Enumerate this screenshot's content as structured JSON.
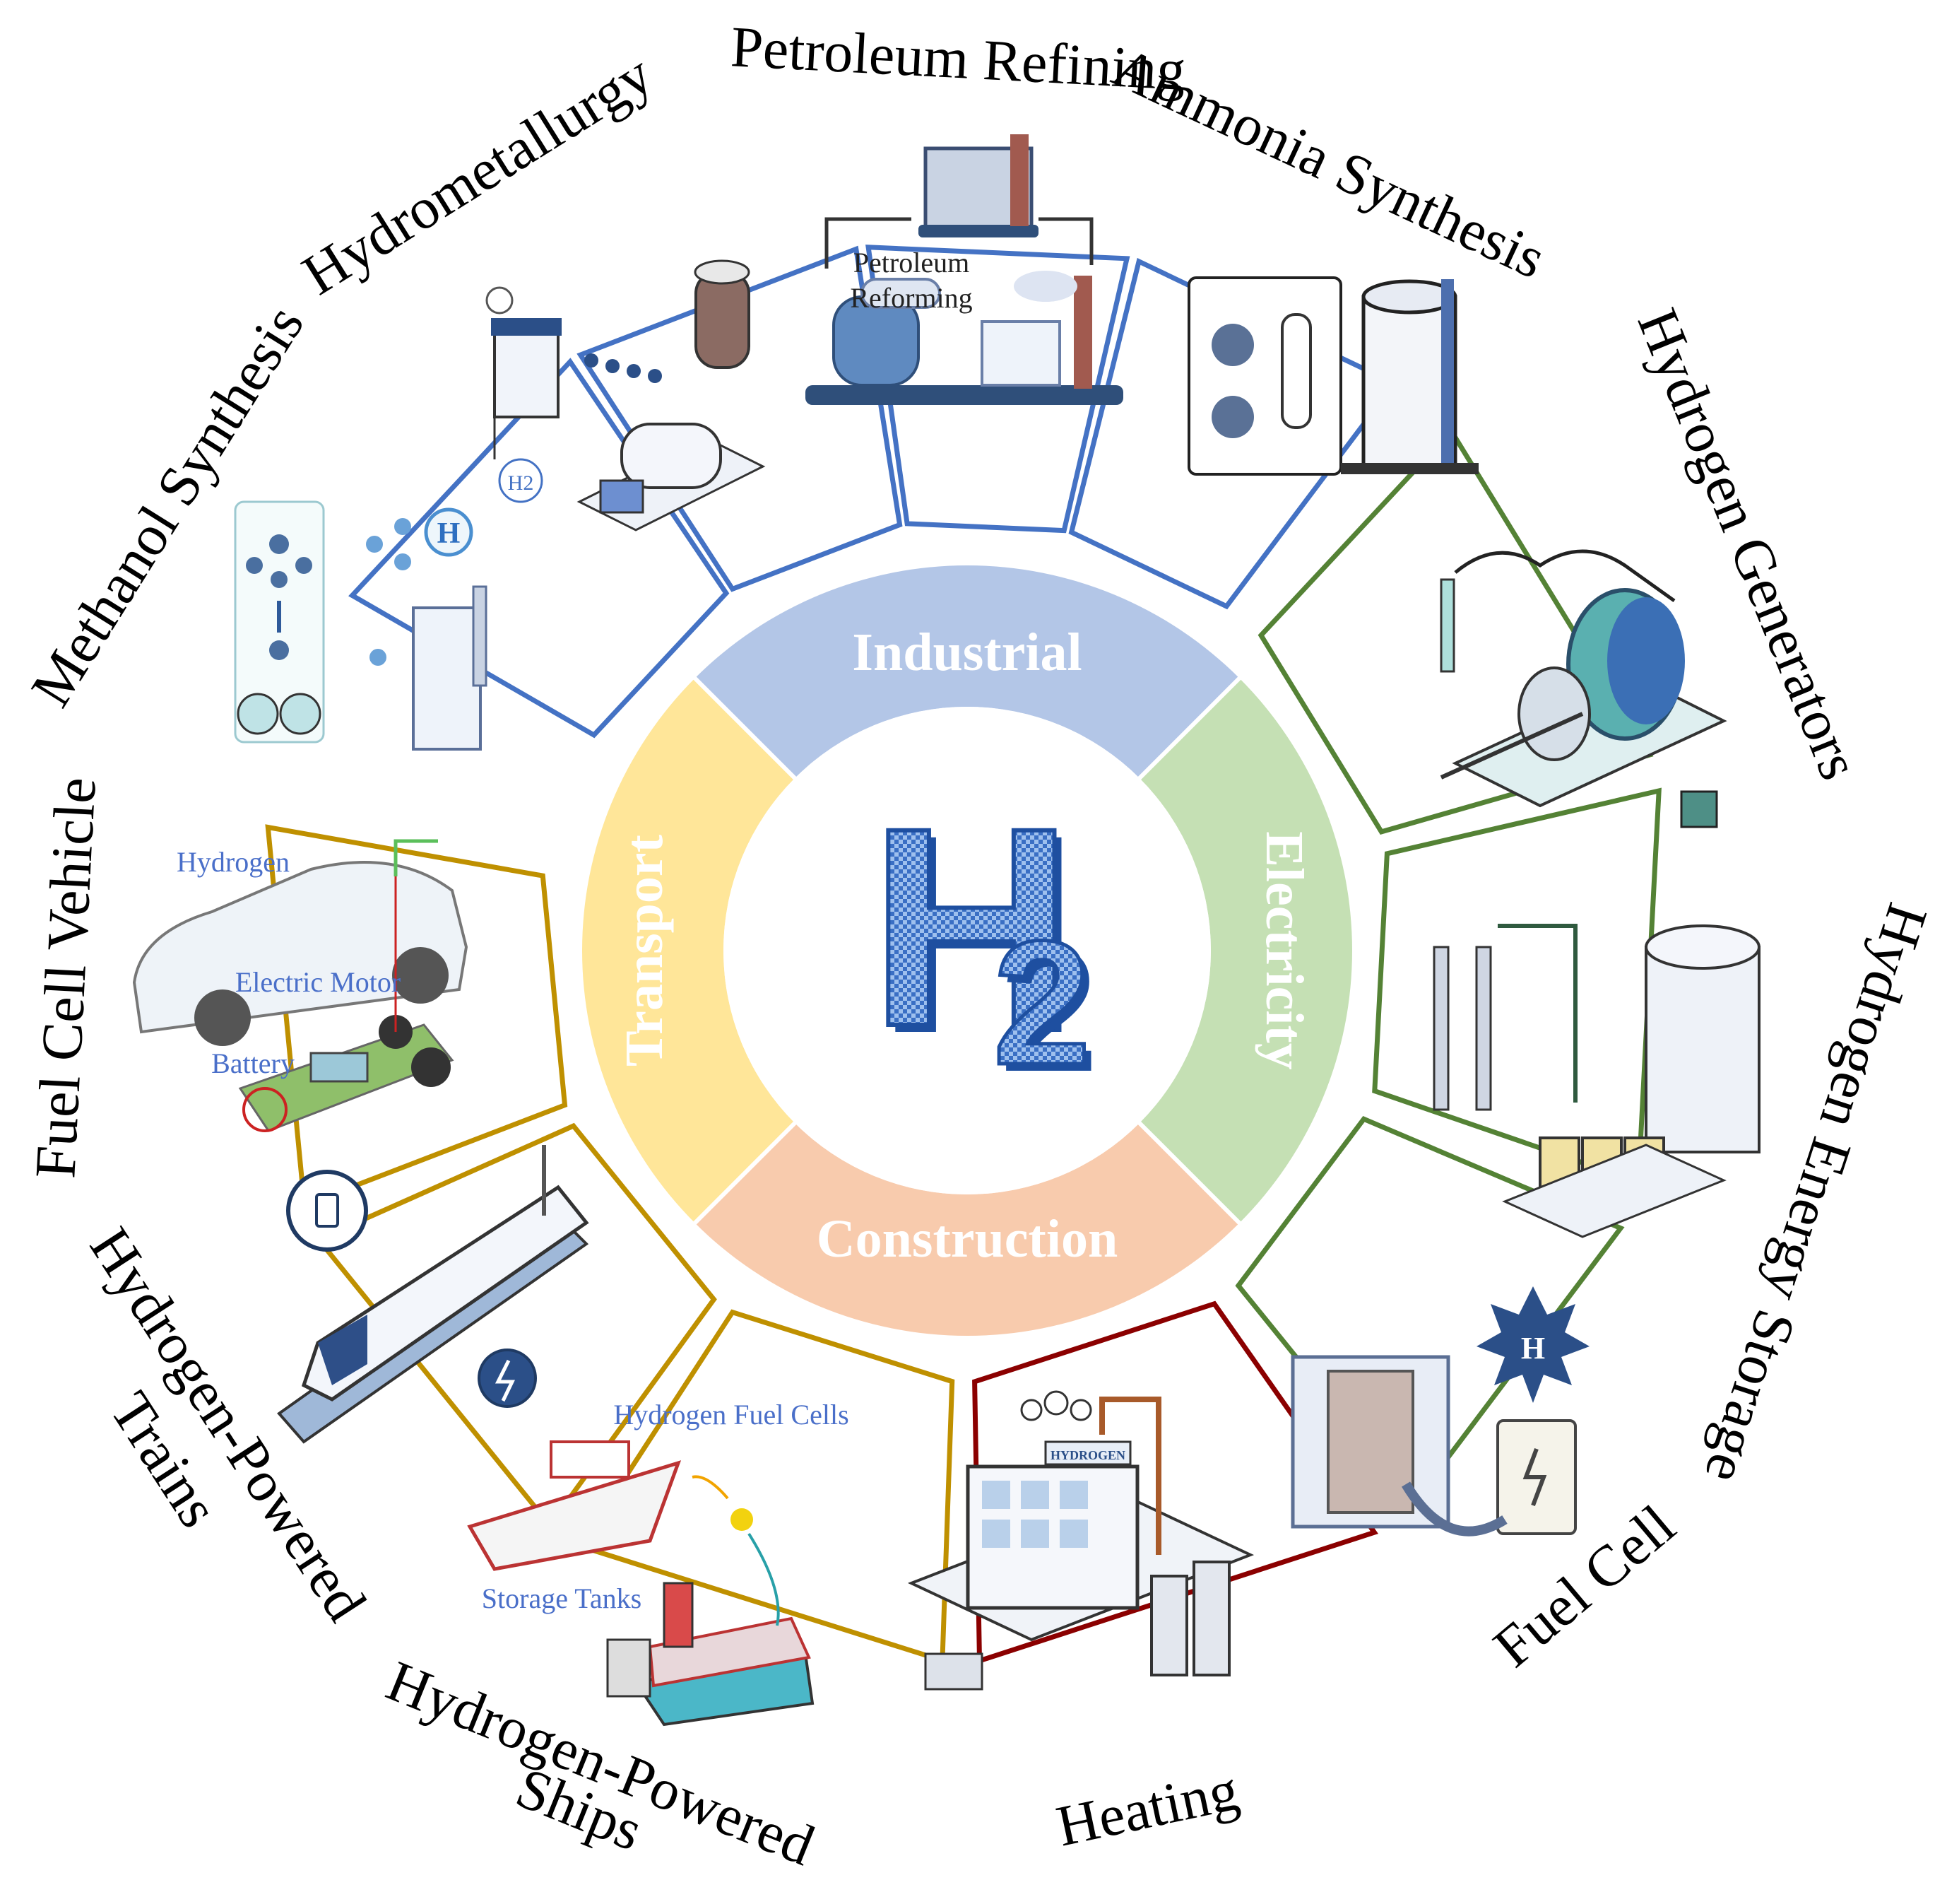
{
  "center": {
    "main": "H",
    "sub": "2"
  },
  "sectors": [
    {
      "id": "industrial",
      "label": "Industrial",
      "color": "#b3c6e7"
    },
    {
      "id": "electricity",
      "label": "Electricity",
      "color": "#c5e0b4"
    },
    {
      "id": "construction",
      "label": "Construction",
      "color": "#f8cbad"
    },
    {
      "id": "transport",
      "label": "Transport",
      "color": "#ffe699"
    }
  ],
  "panel_border_colors": {
    "industrial": "#4472c4",
    "electricity": "#548235",
    "construction": "#8b0000",
    "transport": "#bf9000"
  },
  "applications": {
    "petroleum_refining": "Petroleum Refining",
    "ammonia_synthesis": "Ammonia Synthesis",
    "hydrogen_generators": "Hydrogen Generators",
    "hydrogen_energy_storage": "Hydrogen Energy Storage",
    "fuel_cell": "Fuel Cell",
    "heating": "Heating",
    "hydrogen_powered_ships_1": "Hydrogen-Powered",
    "hydrogen_powered_ships_2": "Ships",
    "hydrogen_powered_trains_1": "Hydrogen-Powered",
    "hydrogen_powered_trains_2": "Trains",
    "fuel_cell_vehicle": "Fuel Cell  Vehicle",
    "methanol_synthesis": "Methanol  Synthesis",
    "hydrometallurgy": "Hydrometallurgy"
  },
  "inner_labels": {
    "petroleum_reforming_1": "Petroleum",
    "petroleum_reforming_2": "Reforming",
    "h2_badge": "H2",
    "h_badge": "H",
    "vehicle_hydrogen": "Hydrogen",
    "vehicle_motor": "Electric Motor",
    "vehicle_battery": "Battery",
    "ship_fuel_cells": "Hydrogen Fuel Cells",
    "ship_storage": "Storage Tanks",
    "heating_sign": "HYDROGEN",
    "fuelcell_h": "H"
  }
}
